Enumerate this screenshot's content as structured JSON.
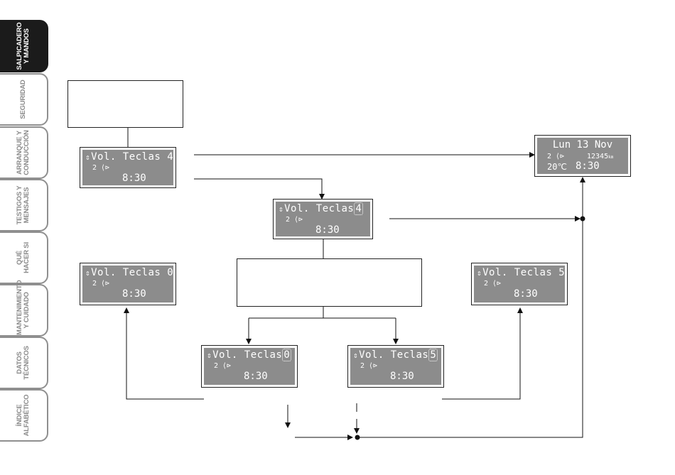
{
  "side_tabs": [
    {
      "label": "SALPICADERO\nY MANDOS",
      "active": true
    },
    {
      "label": "SEGURIDAD",
      "active": false
    },
    {
      "label": "ARRANQUE Y\nCONDUCCIÓN",
      "active": false
    },
    {
      "label": "TESTIGOS Y\nMENSAJES",
      "active": false
    },
    {
      "label": "QUÉ\nHACER SI",
      "active": false
    },
    {
      "label": "MANTENIMIENTO\nY CUIDADO",
      "active": false
    },
    {
      "label": "DATOS\nTÉCNICOS",
      "active": false
    },
    {
      "label": "ÍNDICE\nALFABÉTICO",
      "active": false
    }
  ],
  "displays": {
    "vol_4": {
      "arrow": "⇕",
      "line1": "Vol. Teclas 4",
      "line2": "2 ⟨⊳",
      "line3": "8:30"
    },
    "vol_4_sel": {
      "arrow": "⇕",
      "text": "Vol. Teclas",
      "value": "4",
      "line2": "2 ⟨⊳",
      "line3": "8:30"
    },
    "vol_0": {
      "arrow": "⇕",
      "line1": "Vol. Teclas 0",
      "line2": "2 ⟨⊳",
      "line3": "8:30"
    },
    "vol_5": {
      "arrow": "⇕",
      "line1": "Vol. Teclas 5",
      "line2": "2 ⟨⊳",
      "line3": "8:30"
    },
    "vol_0_sel": {
      "arrow": "⇕",
      "text": "Vol. Teclas",
      "value": "0",
      "line2": "2 ⟨⊳",
      "line3": "8:30"
    },
    "vol_5_sel": {
      "arrow": "⇕",
      "text": "Vol. Teclas",
      "value": "5",
      "line2": "2 ⟨⊳",
      "line3": "8:30"
    },
    "default": {
      "line1": "Lun 13 Nov",
      "line2a": "2 ⟨⊳",
      "odo": "12345",
      "odo_unit": "km",
      "temp": "20℃",
      "time": "8:30"
    }
  },
  "colors": {
    "lcd_bg": "#8c8c8c",
    "active_tab": "#1b1b1b",
    "tab_border": "#8f8f8f"
  }
}
